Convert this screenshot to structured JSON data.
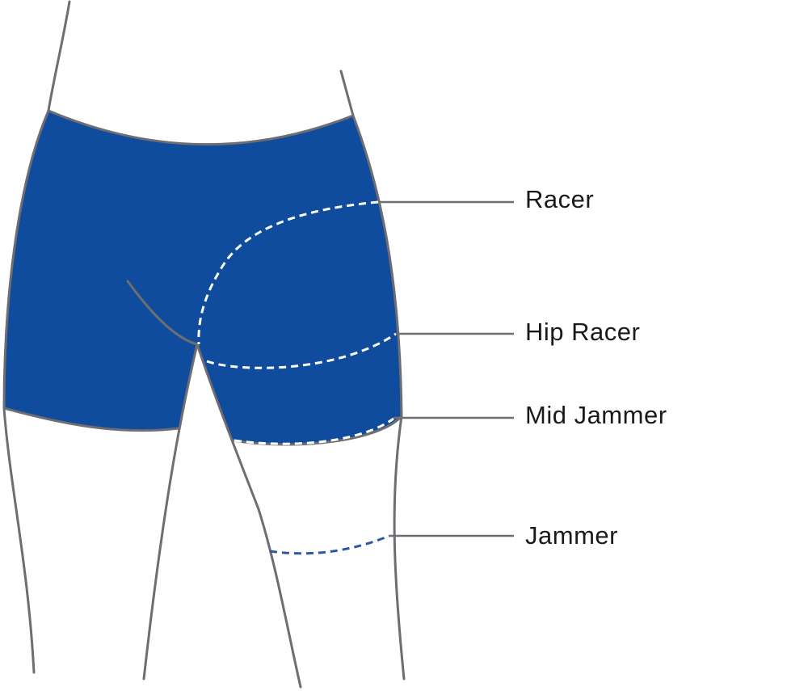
{
  "colors": {
    "garment": "#0f4c9e",
    "outline": "#6e6e72",
    "cut_line_on_fabric": "#ffffff",
    "cut_line_on_skin": "#2f56a6",
    "label_text": "#1a1a1a"
  },
  "callouts": [
    {
      "id": "racer",
      "label": "Racer"
    },
    {
      "id": "hip-racer",
      "label": "Hip Racer"
    },
    {
      "id": "mid-jammer",
      "label": "Mid Jammer"
    },
    {
      "id": "jammer",
      "label": "Jammer"
    }
  ]
}
